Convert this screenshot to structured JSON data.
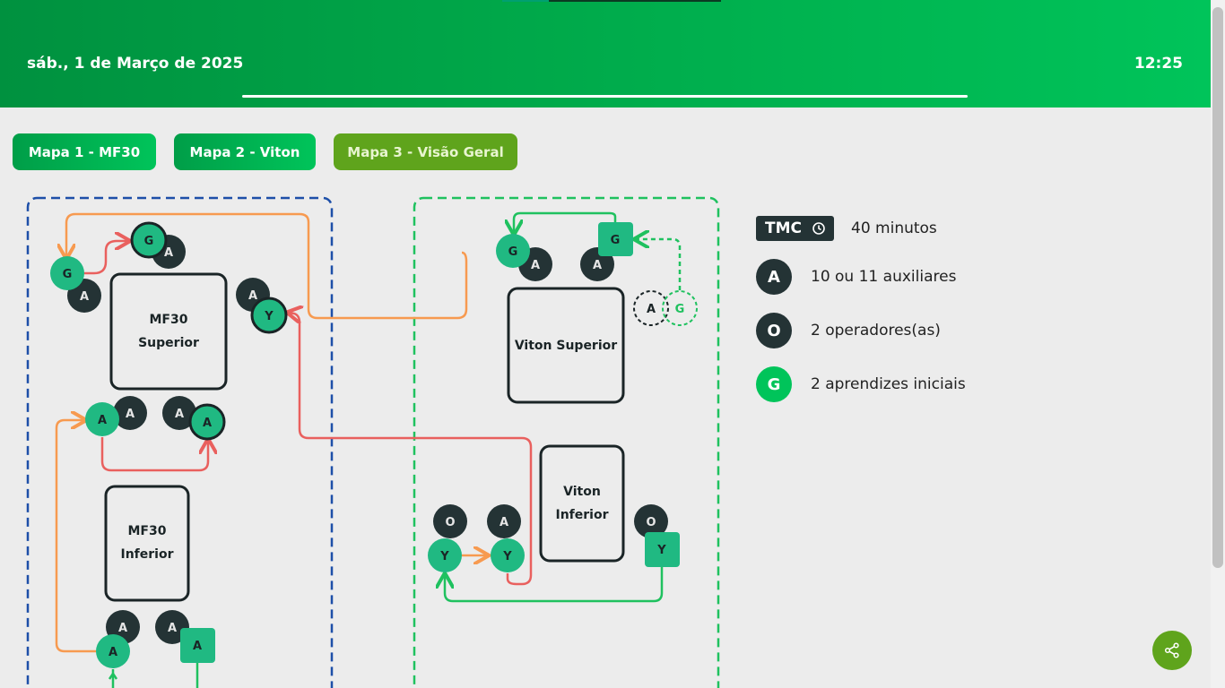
{
  "header": {
    "date": "sáb., 1 de Março de 2025",
    "time": "12:25",
    "progress": 1.0
  },
  "tabs": [
    {
      "label": "Mapa 1 - MF30",
      "color": "#00b050"
    },
    {
      "label": "Mapa 2 - Viton",
      "color": "#00b050"
    },
    {
      "label": "Mapa 3 - Visão Geral",
      "color": "#5fa41c",
      "active": true
    }
  ],
  "machines": {
    "mf30_superior": [
      "MF30",
      "Superior"
    ],
    "mf30_inferior": [
      "MF30",
      "Inferior"
    ],
    "viton_superior": "Viton Superior",
    "viton_inferior": [
      "Viton",
      "Inferior"
    ]
  },
  "node_letters": {
    "a": "A",
    "g": "G",
    "y": "Y",
    "o": "O"
  },
  "legend": {
    "tmc": {
      "badge": "TMC",
      "icon": "clock-icon",
      "text": "40 minutos"
    },
    "items": [
      {
        "letter": "A",
        "text": "10 ou 11 auxiliares",
        "color": "#243335"
      },
      {
        "letter": "O",
        "text": "2 operadores(as)",
        "color": "#243335"
      },
      {
        "letter": "G",
        "text": "2 aprendizes iniciais",
        "color": "#00c45a"
      }
    ]
  },
  "colors": {
    "dark_node": "#243335",
    "green_node": "#20b982",
    "orange_line": "#f79a50",
    "red_line": "#e9605e",
    "green_line": "#1fc15f",
    "mf30_border": "#1d4fa8",
    "viton_border": "#1fc15f"
  },
  "share": {
    "icon": "share-icon"
  }
}
